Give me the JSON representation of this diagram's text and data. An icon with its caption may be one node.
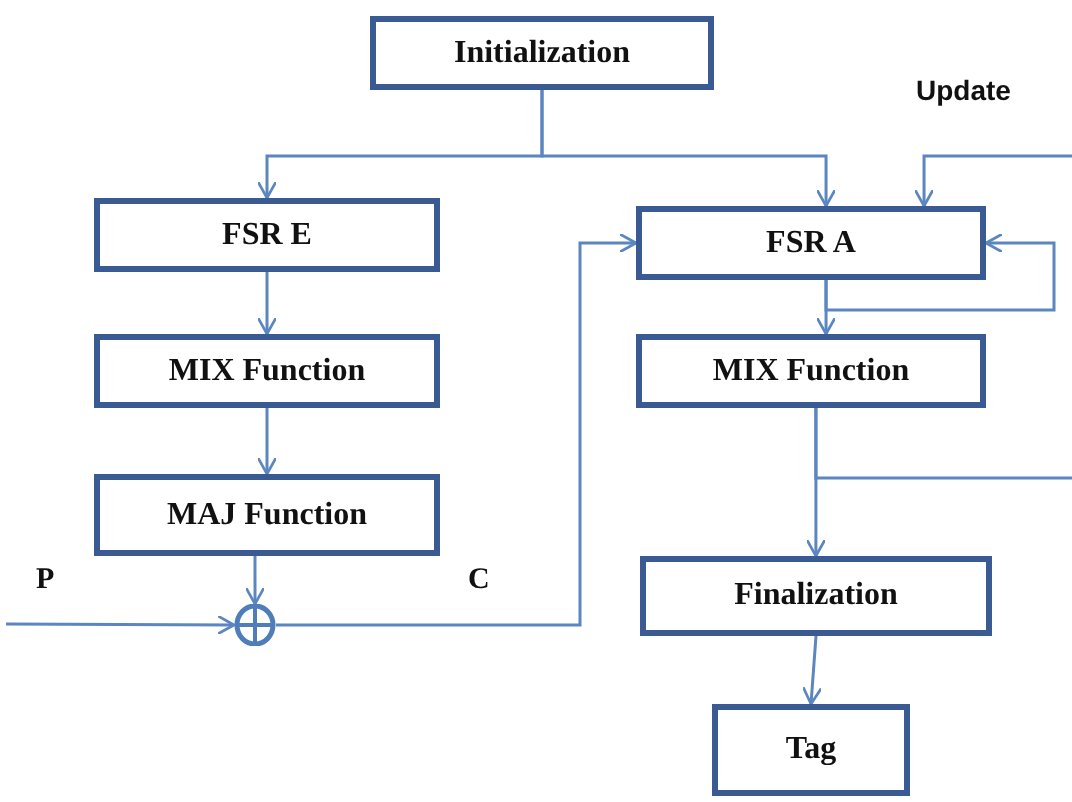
{
  "diagram": {
    "nodes": [
      {
        "text": [
          "Initialization"
        ]
      },
      {
        "text": [
          "FSR E"
        ]
      },
      {
        "text": [
          "MIX Function"
        ]
      },
      {
        "text": [
          "MAJ Function"
        ]
      },
      {
        "text": [],
        "shape": "circle"
      },
      {
        "text": [
          "FSR A"
        ]
      },
      {
        "text": [
          "MIX Function"
        ]
      },
      {
        "text": [
          "Finalization"
        ]
      },
      {
        "text": [
          "Tag"
        ]
      }
    ],
    "edges": [
      {
        "from": 0,
        "to": 1,
        "arrow": "to"
      },
      {
        "from": 0,
        "to": 5,
        "arrow": "to"
      },
      {
        "from": 1,
        "to": 2,
        "arrow": "to"
      },
      {
        "from": 2,
        "to": 3,
        "arrow": "to"
      },
      {
        "from": 3,
        "to": 4,
        "arrow": "to"
      },
      {
        "from": null,
        "to": 4,
        "arrow": "to",
        "label": "P"
      },
      {
        "from": 4,
        "to": 5,
        "arrow": "to",
        "label": "C"
      },
      {
        "from": null,
        "to": 5,
        "arrow": "to",
        "label": "Update"
      },
      {
        "from": 5,
        "to": 6,
        "arrow": "to"
      },
      {
        "from": 5,
        "to": 5,
        "arrow": "to"
      },
      {
        "from": 6,
        "to": 7,
        "arrow": "to"
      },
      {
        "from": 6,
        "to": null,
        "arrow": "none"
      },
      {
        "from": 7,
        "to": 8,
        "arrow": "to"
      }
    ]
  }
}
